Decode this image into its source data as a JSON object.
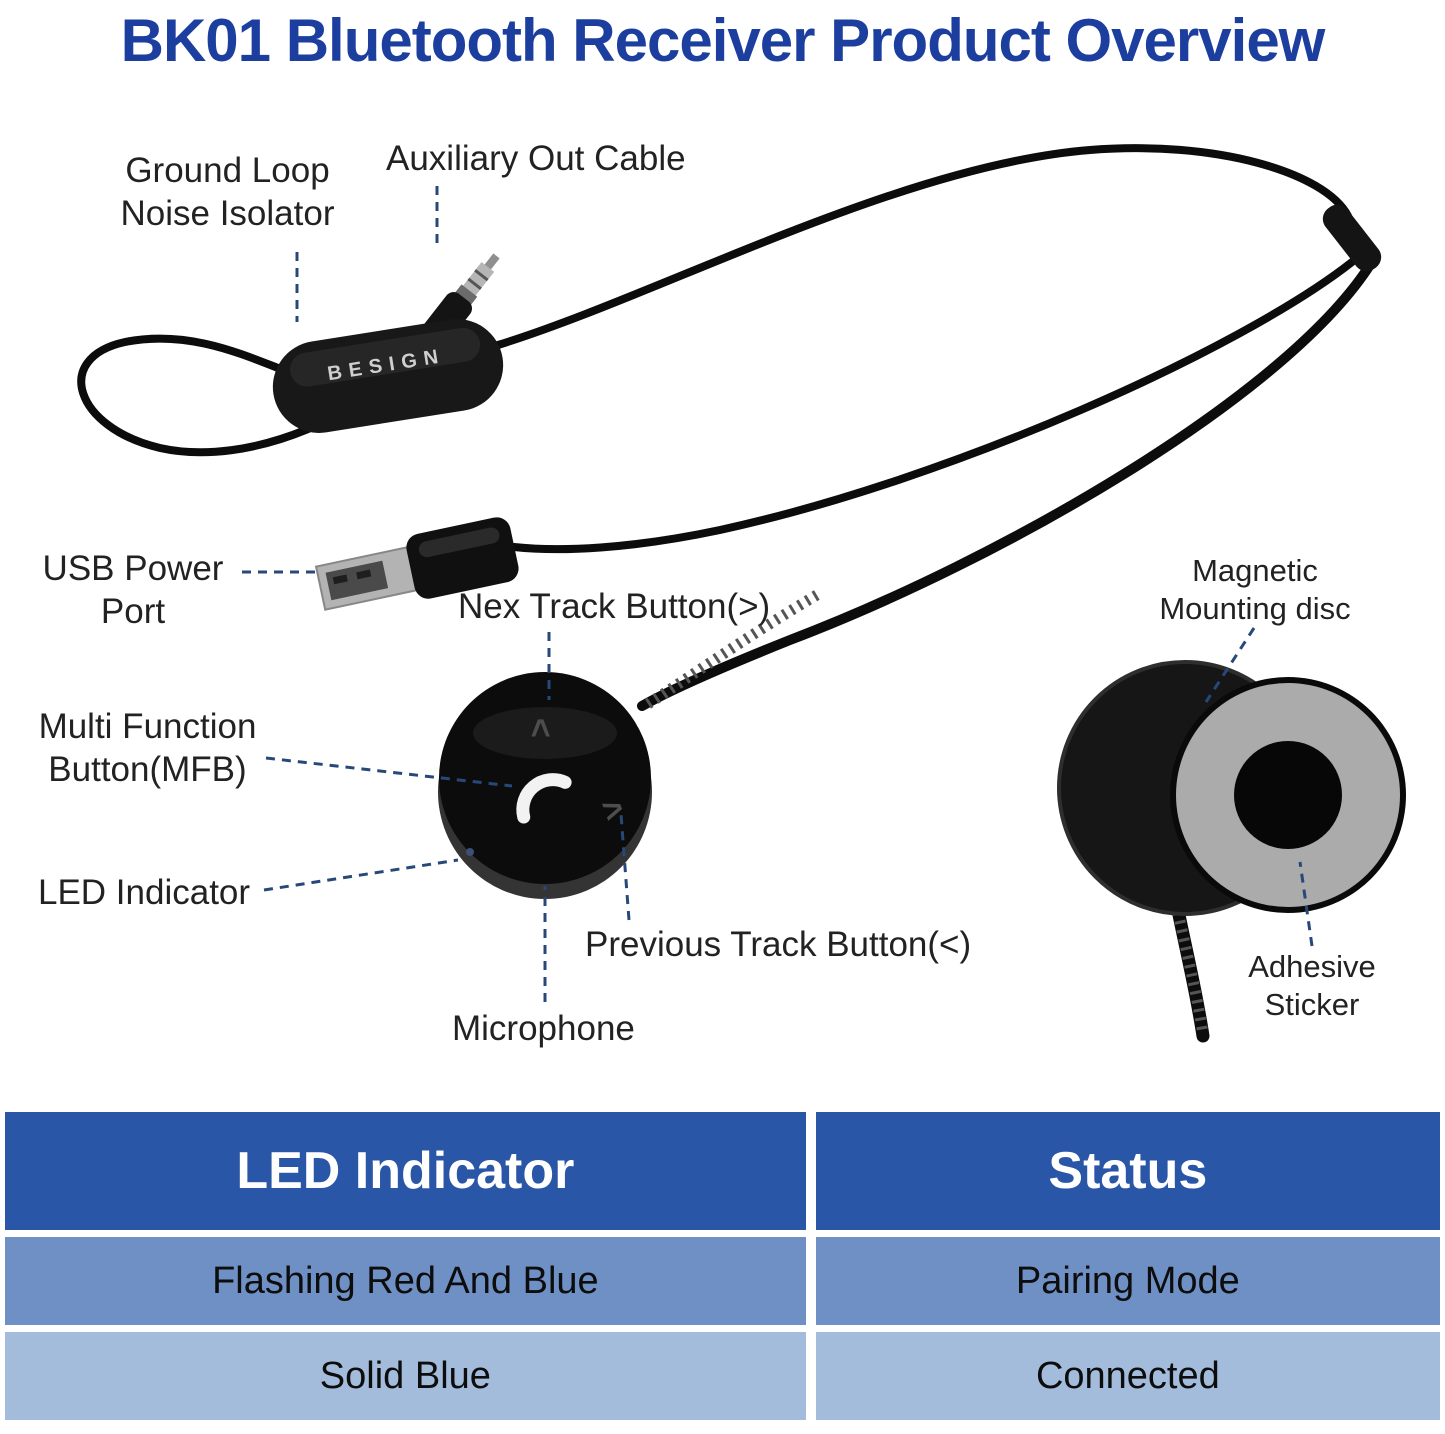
{
  "title": "BK01 Bluetooth Receiver Product Overview",
  "brand": "BESIGN",
  "callouts": {
    "ground_loop": "Ground Loop\nNoise Isolator",
    "aux_cable": "Auxiliary Out Cable",
    "usb_power": "USB Power\nPort",
    "next_track": "Nex Track Button(>)",
    "mfb": "Multi Function\nButton(MFB)",
    "led": "LED Indicator",
    "prev_track": "Previous Track Button(<)",
    "microphone": "Microphone",
    "magnetic_disc": "Magnetic\nMounting disc",
    "adhesive_sticker": "Adhesive\nSticker"
  },
  "table": {
    "headers": [
      "LED Indicator",
      "Status"
    ],
    "rows": [
      {
        "led": "Flashing Red And Blue",
        "status": "Pairing Mode"
      },
      {
        "led": "Solid Blue",
        "status": "Connected"
      }
    ]
  },
  "colors": {
    "title_blue": "#1c3e9e",
    "leader_blue": "#274878",
    "table_header_bg": "#2a56a7",
    "table_row1_bg": "#6e90c4",
    "table_row2_bg": "#a3bcdc",
    "device_black": "#0c0c0c"
  }
}
